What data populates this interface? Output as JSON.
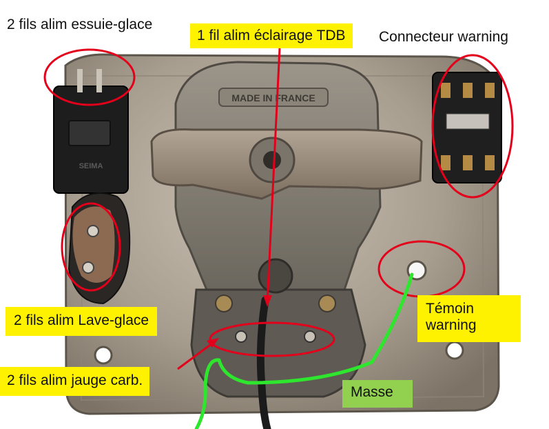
{
  "labels": {
    "wiper": "2 fils alim essuie-glace",
    "dashboard_light": "1 fil alim éclairage TDB",
    "warning_connector": "Connecteur warning",
    "washer": "2 fils alim Lave-glace",
    "warning_light": "Témoin warning",
    "fuel_gauge": "2 fils alim jauge carb.",
    "ground": "Masse"
  },
  "part_markings": {
    "housing": "MADE IN FRANCE",
    "switch_block": "SEIMA"
  },
  "colors": {
    "label_yellow": "#fff200",
    "label_green": "#92d050",
    "highlight_red": "#e3001b",
    "ground_wire_green": "#2ee62e"
  }
}
